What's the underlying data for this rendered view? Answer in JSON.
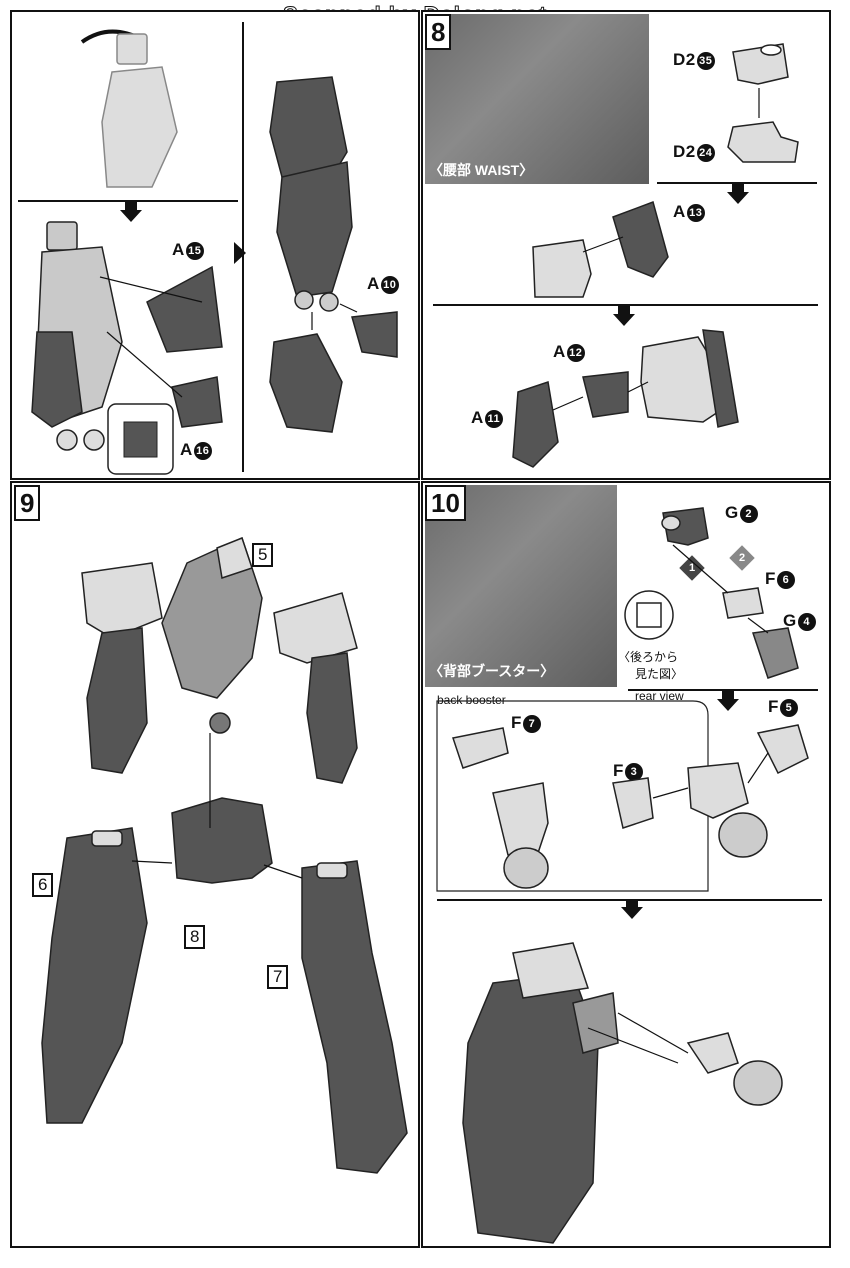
{
  "watermark": "Scanned by Dalong.net",
  "step8": {
    "number": "8",
    "photo_caption_jp": "〈腰部",
    "photo_caption_en": "WAIST〉",
    "parts": {
      "d2_35": {
        "letter": "D2",
        "num": "35"
      },
      "d2_24": {
        "letter": "D2",
        "num": "24"
      },
      "a13": {
        "letter": "A",
        "num": "13"
      },
      "a12": {
        "letter": "A",
        "num": "12"
      },
      "a11": {
        "letter": "A",
        "num": "11"
      },
      "a15": {
        "letter": "A",
        "num": "15"
      },
      "a16": {
        "letter": "A",
        "num": "16"
      },
      "a10": {
        "letter": "A",
        "num": "10"
      }
    }
  },
  "step9": {
    "number": "9",
    "callouts": [
      "5",
      "6",
      "7",
      "8"
    ]
  },
  "step10": {
    "number": "10",
    "photo_caption": "〈背部ブースター〉",
    "back_booster_label": "back booster",
    "rear_view_jp_line1": "〈後ろから",
    "rear_view_jp_line2": "見た図〉",
    "rear_view_en": "rear view",
    "order_badges": [
      "1",
      "2"
    ],
    "parts": {
      "g2": {
        "letter": "G",
        "num": "2"
      },
      "f6": {
        "letter": "F",
        "num": "6"
      },
      "g4": {
        "letter": "G",
        "num": "4"
      },
      "f7": {
        "letter": "F",
        "num": "7"
      },
      "f5": {
        "letter": "F",
        "num": "5"
      },
      "f3": {
        "letter": "F",
        "num": "3"
      }
    }
  }
}
